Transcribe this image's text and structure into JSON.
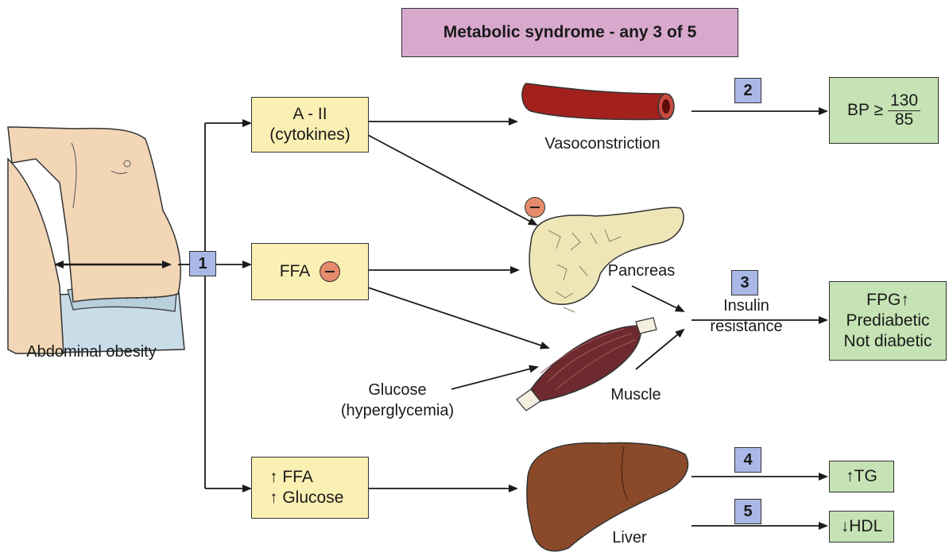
{
  "title": "Metabolic syndrome - any 3 of 5",
  "labels": {
    "abdominal_obesity": "Abdominal obesity",
    "vasoconstriction": "Vasoconstriction",
    "pancreas": "Pancreas",
    "muscle": "Muscle",
    "liver": "Liver",
    "glucose_line1": "Glucose",
    "glucose_line2": "(hyperglycemia)",
    "insulin_line1": "Insulin",
    "insulin_line2": "resistance"
  },
  "numbers": [
    "1",
    "2",
    "3",
    "4",
    "5"
  ],
  "yellow_boxes": {
    "a2_line1": "A - II",
    "a2_line2": "(cytokines)",
    "ffa": "FFA",
    "liver_input_line1": "FFA",
    "liver_input_line2": "Glucose",
    "up_arrow": "↑"
  },
  "green_boxes": {
    "bp_prefix": "BP ≥",
    "bp_numerator": "130",
    "bp_denominator": "85",
    "fpg_line1": "FPG",
    "fpg_line2": "Prediabetic",
    "fpg_line3": "Not diabetic",
    "tg": "TG",
    "hdl": "HDL",
    "up_arrow": "↑",
    "down_arrow": "↓"
  },
  "colors": {
    "title_bg": "#d9a9cd",
    "yellow_box_bg": "#fbf0b3",
    "green_box_bg": "#c5e3b4",
    "number_bg": "#a9b8e6",
    "minus_badge": "#e58a6a",
    "vessel": "#a3211d",
    "liver": "#8a4a2a",
    "pancreas": "#efe6b8",
    "muscle": "#6e2a2e",
    "skin": "#f2d6b5",
    "pants": "#c9dde9"
  },
  "icons": [
    "blood-vessel-icon",
    "pancreas-icon",
    "muscle-icon",
    "liver-icon",
    "abdomen-figure-icon",
    "minus-badge-icon"
  ]
}
